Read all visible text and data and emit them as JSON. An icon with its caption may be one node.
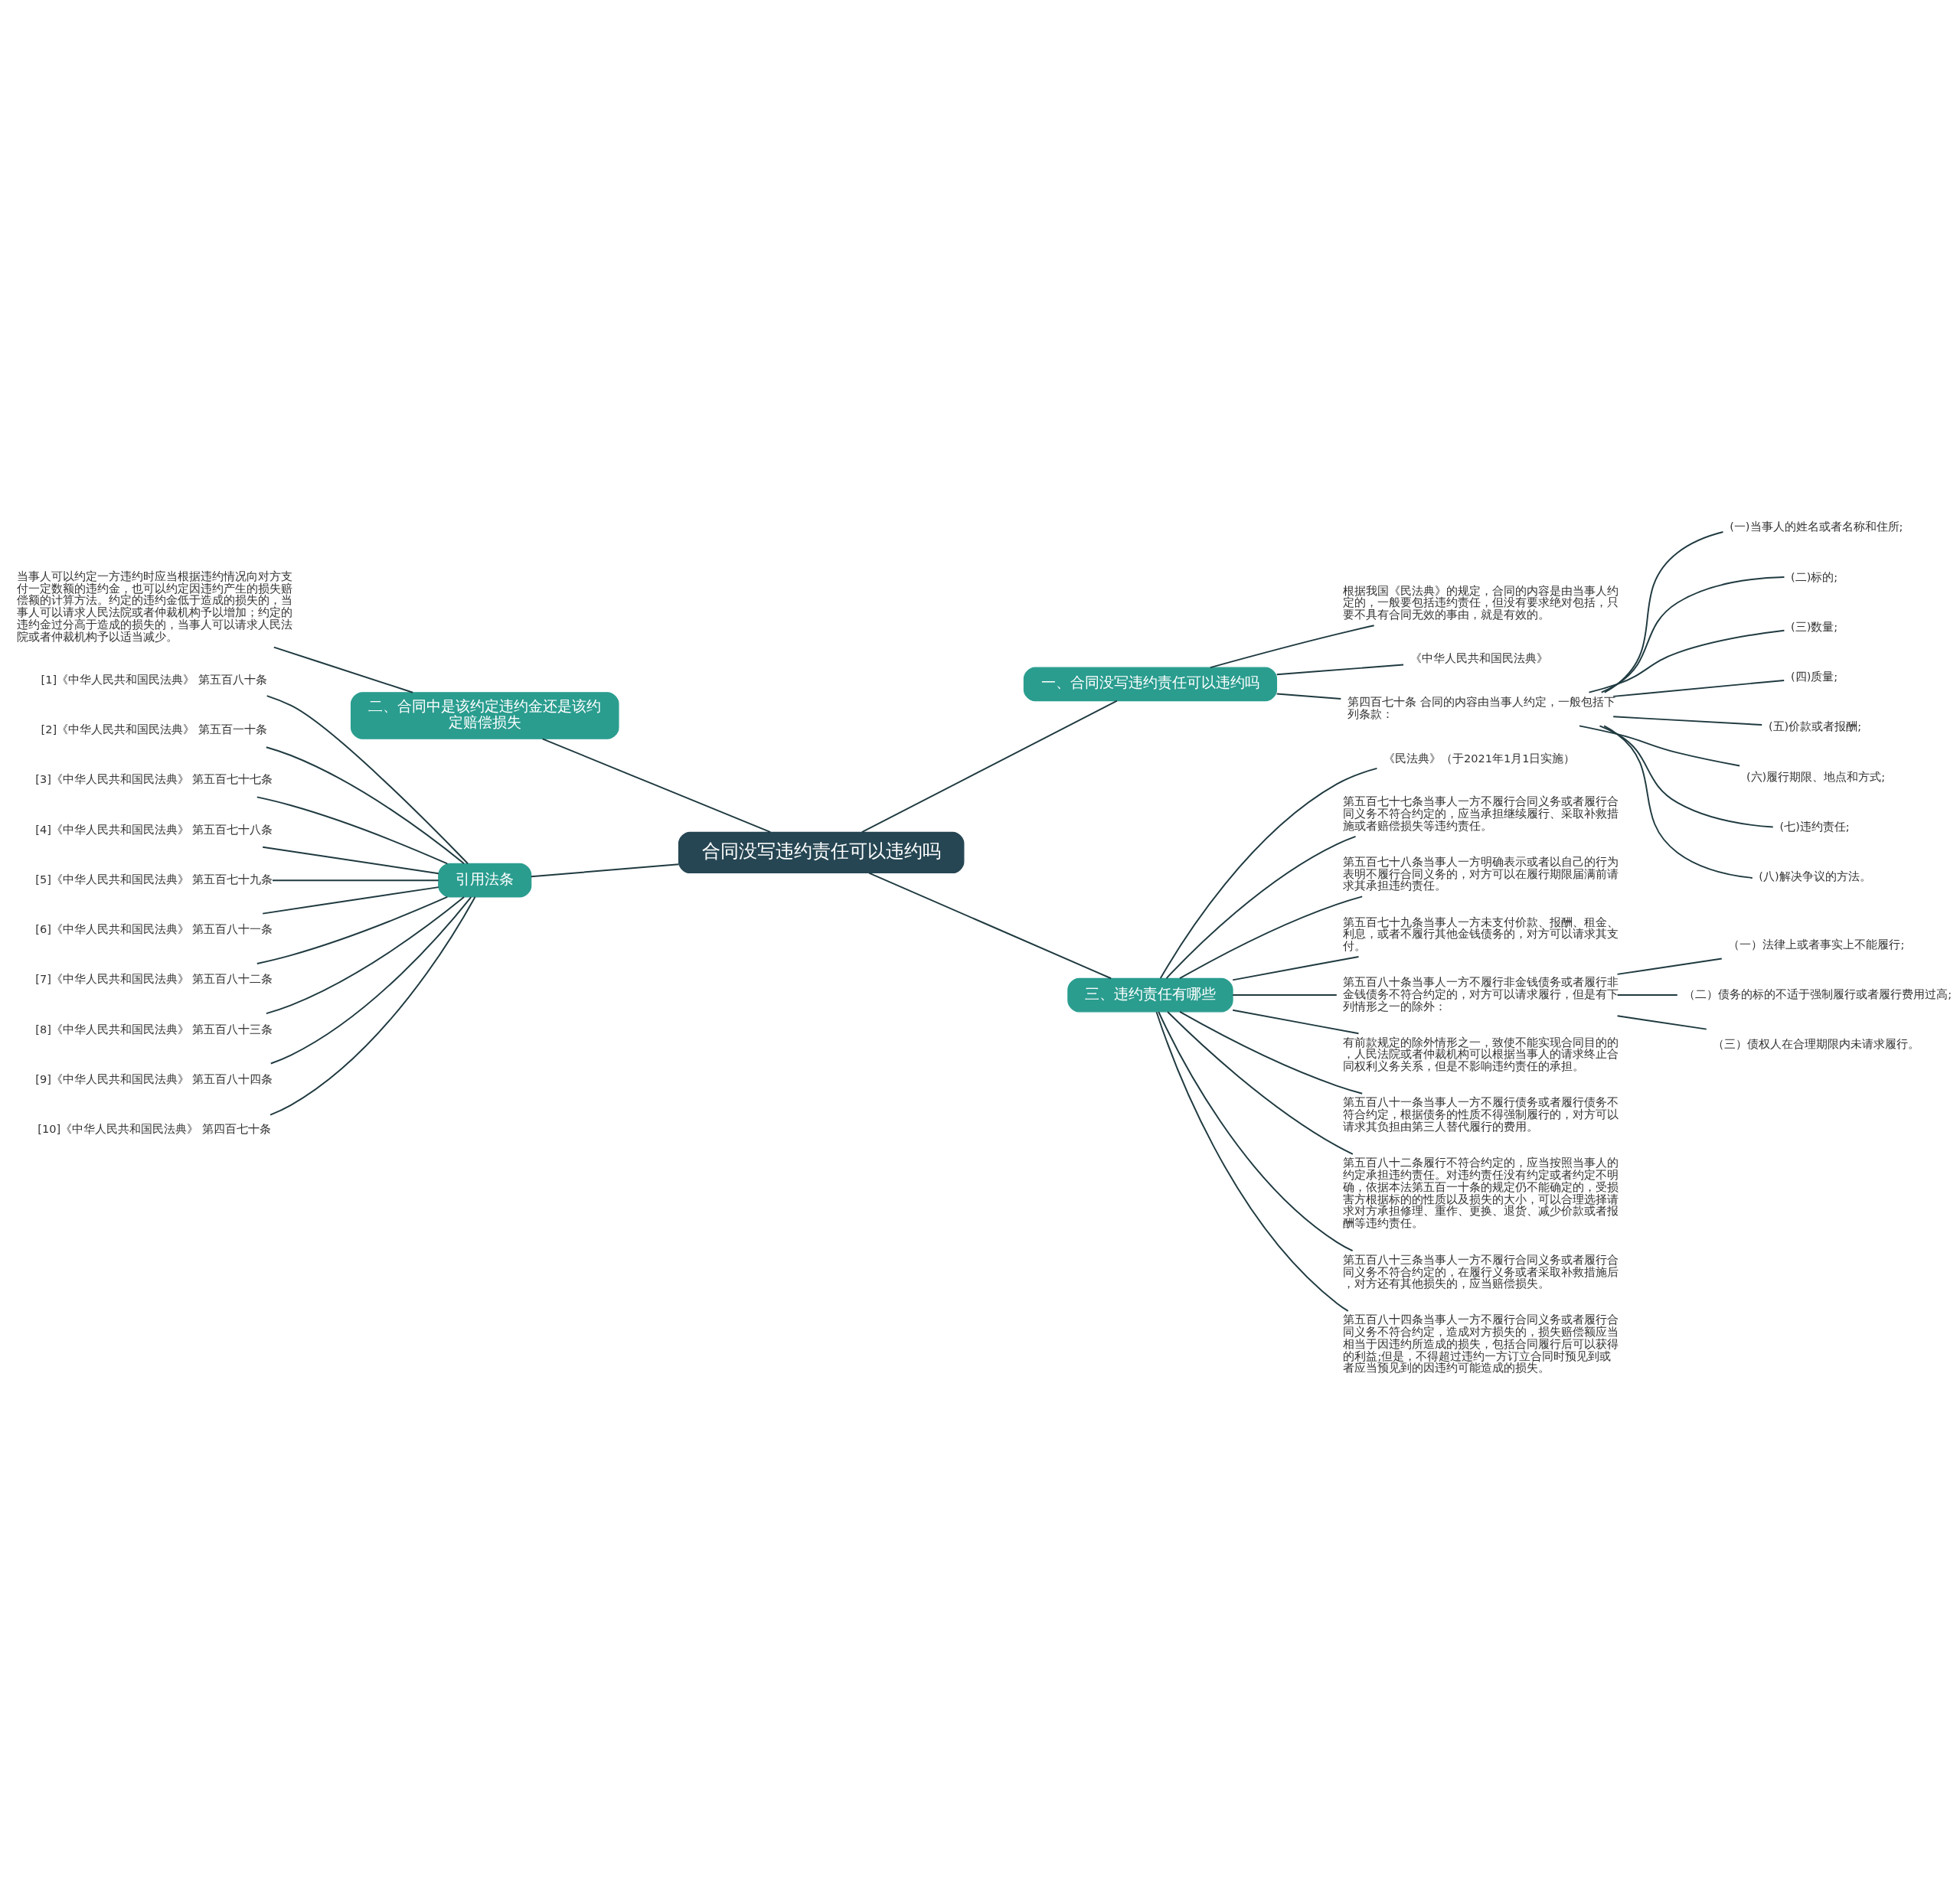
{
  "diagram": {
    "nodes": [
      {
        "text": [
          "合同没写违约责任可以违约吗"
        ]
      },
      {
        "text": [
          "一、合同没写违约责任可以违约吗"
        ]
      },
      {
        "text": [
          "根据我国《民法典》的规定，合同的内容是由当事人约定的，一般要包括违约责任，但没有要求绝对包括，只要不具有合同无效的事由，就是有效的。"
        ]
      },
      {
        "text": [
          "《中华人民共和国民法典》"
        ]
      },
      {
        "text": [
          "第四百七十条 合同的内容由当事人约定，一般包括下列条款："
        ]
      },
      {
        "text": [
          "(一)当事人的姓名或者名称和住所;"
        ]
      },
      {
        "text": [
          "(二)标的;"
        ]
      },
      {
        "text": [
          "(三)数量;"
        ]
      },
      {
        "text": [
          "(四)质量;"
        ]
      },
      {
        "text": [
          "(五)价款或者报酬;"
        ]
      },
      {
        "text": [
          "(六)履行期限、地点和方式;"
        ]
      },
      {
        "text": [
          "(七)违约责任;"
        ]
      },
      {
        "text": [
          "(八)解决争议的方法。"
        ]
      },
      {
        "text": [
          "二、合同中是该约定违约金还是该约定赔偿损失"
        ]
      },
      {
        "text": [
          "当事人可以约定一方违约时应当根据违约情况向对方支付一定数额的违约金，也可以约定因违约产生的损失赔偿额的计算方法。约定的违约金低于造成的损失的，当事人可以请求人民法院或者仲裁机构予以增加；约定的违约金过分高于造成的损失的，当事人可以请求人民法院或者仲裁机构予以适当减少。"
        ]
      },
      {
        "text": [
          "引用法条"
        ]
      },
      {
        "text": [
          "[1]《中华人民共和国民法典》 第五百八十条"
        ]
      },
      {
        "text": [
          "[2]《中华人民共和国民法典》 第五百一十条"
        ]
      },
      {
        "text": [
          "[3]《中华人民共和国民法典》 第五百七十七条"
        ]
      },
      {
        "text": [
          "[4]《中华人民共和国民法典》 第五百七十八条"
        ]
      },
      {
        "text": [
          "[5]《中华人民共和国民法典》 第五百七十九条"
        ]
      },
      {
        "text": [
          "[6]《中华人民共和国民法典》 第五百八十一条"
        ]
      },
      {
        "text": [
          "[7]《中华人民共和国民法典》 第五百八十二条"
        ]
      },
      {
        "text": [
          "[8]《中华人民共和国民法典》 第五百八十三条"
        ]
      },
      {
        "text": [
          "[9]《中华人民共和国民法典》 第五百八十四条"
        ]
      },
      {
        "text": [
          "[10]《中华人民共和国民法典》 第四百七十条"
        ]
      },
      {
        "text": [
          "三、违约责任有哪些"
        ]
      },
      {
        "text": [
          "《民法典》（于2021年1月1日实施）"
        ]
      },
      {
        "text": [
          "第五百七十七条当事人一方不履行合同义务或者履行合同义务不符合约定的，应当承担继续履行、采取补救措施或者赔偿损失等违约责任。"
        ]
      },
      {
        "text": [
          "第五百七十八条当事人一方明确表示或者以自己的行为表明不履行合同义务的，对方可以在履行期限届满前请求其承担违约责任。"
        ]
      },
      {
        "text": [
          "第五百七十九条当事人一方未支付价款、报酬、租金、利息，或者不履行其他金钱债务的，对方可以请求其支付。"
        ]
      },
      {
        "text": [
          "第五百八十条当事人一方不履行非金钱债务或者履行非金钱债务不符合约定的，对方可以请求履行，但是有下列情形之一的除外："
        ]
      },
      {
        "text": [
          "（一）法律上或者事实上不能履行;"
        ]
      },
      {
        "text": [
          "（二）债务的标的不适于强制履行或者履行费用过高;"
        ]
      },
      {
        "text": [
          "（三）债权人在合理期限内未请求履行。"
        ]
      },
      {
        "text": [
          "有前款规定的除外情形之一，致使不能实现合同目的的，人民法院或者仲裁机构可以根据当事人的请求终止合同权利义务关系，但是不影响违约责任的承担。"
        ]
      },
      {
        "text": [
          "第五百八十一条当事人一方不履行债务或者履行债务不符合约定，根据债务的性质不得强制履行的，对方可以请求其负担由第三人替代履行的费用。"
        ]
      },
      {
        "text": [
          "第五百八十二条履行不符合约定的，应当按照当事人的约定承担违约责任。对违约责任没有约定或者约定不明确，依据本法第五百一十条的规定仍不能确定的，受损害方根据标的的性质以及损失的大小，可以合理选择请求对方承担修理、重作、更换、退货、减少价款或者报酬等违约责任。"
        ]
      },
      {
        "text": [
          "第五百八十三条当事人一方不履行合同义务或者履行合同义务不符合约定的，在履行义务或者采取补救措施后，对方还有其他损失的，应当赔偿损失。"
        ]
      },
      {
        "text": [
          "第五百八十四条当事人一方不履行合同义务或者履行合同义务不符合约定，造成对方损失的，损失赔偿额应当相当于因违约所造成的损失，包括合同履行后可以获得的利益;但是，不得超过违约一方订立合同时预见到或者应当预见到的因违约可能造成的损失。"
        ]
      }
    ],
    "edges": [
      {
        "from": 0,
        "to": 1,
        "arrow": "none"
      },
      {
        "from": 1,
        "to": 2,
        "arrow": "none"
      },
      {
        "from": 1,
        "to": 3,
        "arrow": "none"
      },
      {
        "from": 1,
        "to": 4,
        "arrow": "none"
      },
      {
        "from": 4,
        "to": 5,
        "arrow": "none"
      },
      {
        "from": 4,
        "to": 6,
        "arrow": "none"
      },
      {
        "from": 4,
        "to": 7,
        "arrow": "none"
      },
      {
        "from": 4,
        "to": 8,
        "arrow": "none"
      },
      {
        "from": 4,
        "to": 9,
        "arrow": "none"
      },
      {
        "from": 4,
        "to": 10,
        "arrow": "none"
      },
      {
        "from": 4,
        "to": 11,
        "arrow": "none"
      },
      {
        "from": 4,
        "to": 12,
        "arrow": "none"
      },
      {
        "from": 0,
        "to": 13,
        "arrow": "none"
      },
      {
        "from": 13,
        "to": 14,
        "arrow": "none"
      },
      {
        "from": 0,
        "to": 15,
        "arrow": "none"
      },
      {
        "from": 15,
        "to": 16,
        "arrow": "none"
      },
      {
        "from": 15,
        "to": 17,
        "arrow": "none"
      },
      {
        "from": 15,
        "to": 18,
        "arrow": "none"
      },
      {
        "from": 15,
        "to": 19,
        "arrow": "none"
      },
      {
        "from": 15,
        "to": 20,
        "arrow": "none"
      },
      {
        "from": 15,
        "to": 21,
        "arrow": "none"
      },
      {
        "from": 15,
        "to": 22,
        "arrow": "none"
      },
      {
        "from": 15,
        "to": 23,
        "arrow": "none"
      },
      {
        "from": 15,
        "to": 24,
        "arrow": "none"
      },
      {
        "from": 15,
        "to": 25,
        "arrow": "none"
      },
      {
        "from": 0,
        "to": 26,
        "arrow": "none"
      },
      {
        "from": 26,
        "to": 27,
        "arrow": "none"
      },
      {
        "from": 26,
        "to": 28,
        "arrow": "none"
      },
      {
        "from": 26,
        "to": 29,
        "arrow": "none"
      },
      {
        "from": 26,
        "to": 30,
        "arrow": "none"
      },
      {
        "from": 26,
        "to": 31,
        "arrow": "none"
      },
      {
        "from": 31,
        "to": 32,
        "arrow": "none"
      },
      {
        "from": 31,
        "to": 33,
        "arrow": "none"
      },
      {
        "from": 31,
        "to": 34,
        "arrow": "none"
      },
      {
        "from": 26,
        "to": 35,
        "arrow": "none"
      },
      {
        "from": 26,
        "to": 36,
        "arrow": "none"
      },
      {
        "from": 26,
        "to": 37,
        "arrow": "none"
      },
      {
        "from": 26,
        "to": 38,
        "arrow": "none"
      },
      {
        "from": 26,
        "to": 39,
        "arrow": "none"
      }
    ]
  }
}
